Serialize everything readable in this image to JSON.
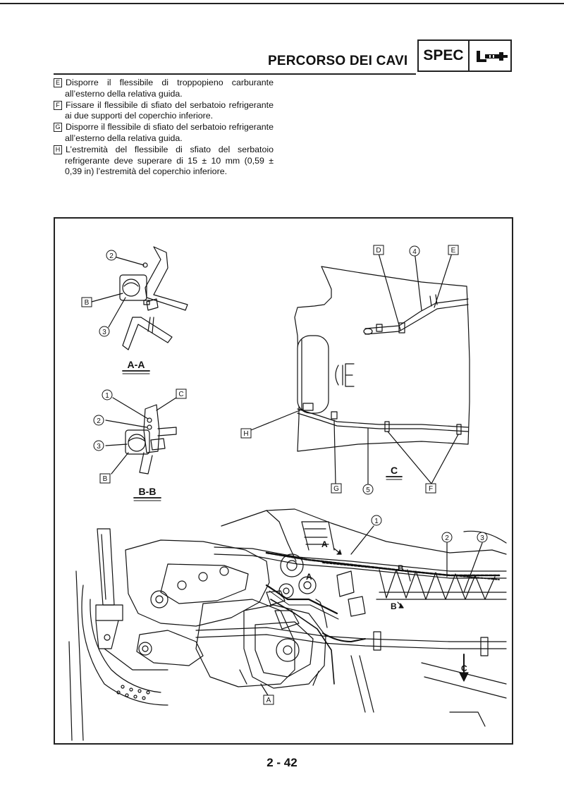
{
  "header": {
    "title": "PERCORSO DEI CAVI",
    "spec_label": "SPEC",
    "spec_icon": "caliper-icon"
  },
  "instructions": [
    {
      "key": "E",
      "text": "Disporre il flessibile di troppopieno carburante all’esterno della relativa guida."
    },
    {
      "key": "F",
      "text": "Fissare il flessibile di sfiato del serbatoio refrigerante ai due supporti del coperchio inferiore."
    },
    {
      "key": "G",
      "text": "Disporre il flessibile di sfiato del serbatoio refrigerante all’esterno della relativa guida."
    },
    {
      "key": "H",
      "text": "L’estremità del flessibile di sfiato del serbatoio refrigerante deve superare di 15 ± 10 mm (0,59 ± 0,39 in) l’estremità del coperchio inferiore."
    }
  ],
  "figure": {
    "section_aa": "A-A",
    "section_bb": "B-B",
    "section_c": "C",
    "boxed": {
      "A": "A",
      "B": "B",
      "C": "C",
      "D": "D",
      "E": "E",
      "F": "F",
      "G": "G",
      "H": "H"
    },
    "circled": {
      "n1": "1",
      "n2": "2",
      "n3": "3",
      "n4": "4",
      "n5": "5"
    },
    "markers": {
      "a": "A",
      "b": "B",
      "c": "C"
    }
  },
  "page_number": "2 - 42"
}
